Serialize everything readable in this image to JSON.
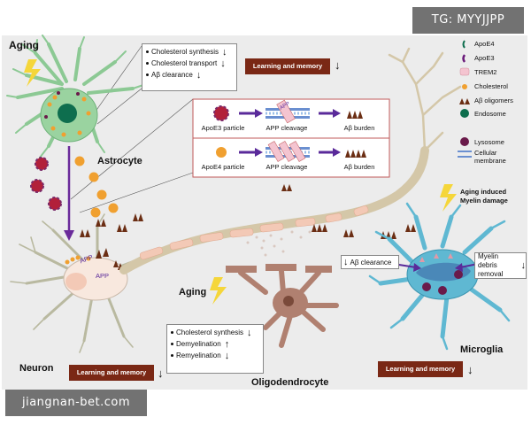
{
  "watermarks": {
    "top": "TG: MYYJJPP",
    "bottom": "jiangnan-bet.com"
  },
  "labels": {
    "aging_top": "Aging",
    "astrocyte": "Astrocyte",
    "neuron": "Neuron",
    "microglia": "Microglia",
    "oligodendrocyte": "Oligodendrocyte",
    "aging_mid": "Aging",
    "aging_myelin": "Aging induced\nMyelin damage",
    "app1": "APP",
    "app2": "APP"
  },
  "astro_box": [
    "Cholesterol synthesis",
    "Cholesterol transport",
    "Aβ clearance"
  ],
  "oligo_box": [
    "Cholesterol synthesis",
    "Demyelination",
    "Remyelination"
  ],
  "microglia_box1": "Aβ clearance",
  "microglia_box2": "Myelin debris\nremoval",
  "buttons": {
    "top": "Learning and memory",
    "neuron": "Learning and memory",
    "microglia": "Learning and memory"
  },
  "center_panel": {
    "row1": {
      "particle": "ApoE3 particle",
      "cleavage": "APP cleavage",
      "burden": "Aβ burden"
    },
    "row2": {
      "particle": "ApoE4 particle",
      "cleavage": "APP cleavage",
      "burden": "Aβ burden"
    },
    "app_tag": "APP"
  },
  "legend": [
    "ApoE4",
    "ApoE3",
    "TREM2",
    "Cholesterol",
    "Aβ oligomers",
    "Endosome",
    "Lysosome",
    "Cellular\nmembrane"
  ],
  "colors": {
    "border": "#c05a5a",
    "button": "#7a2815",
    "cholesterol": "#f0a030",
    "oligomer": "#6b2e14",
    "endosome": "#0e6e4e",
    "lysosome": "#6a1a4a",
    "astrocyte": "#9ad3a0",
    "neuron": "#f8e8de",
    "microglia": "#5fb8d2",
    "oligo": "#b08070",
    "myelin": "#f3c9b6",
    "bg": "#ececec"
  }
}
